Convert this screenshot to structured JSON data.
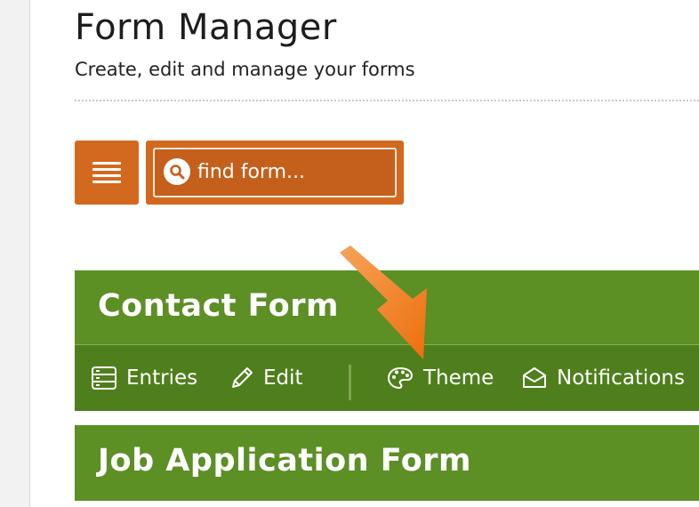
{
  "header": {
    "title": "Form Manager",
    "subtitle": "Create, edit and manage your forms"
  },
  "toolbar": {
    "menu_icon": "hamburger-icon",
    "search": {
      "icon": "search-icon",
      "placeholder": "find form..."
    }
  },
  "forms": [
    {
      "title": "Contact Form",
      "actions": [
        {
          "label": "Entries",
          "icon": "entries-icon"
        },
        {
          "label": "Edit",
          "icon": "pencil-icon"
        },
        {
          "label": "Theme",
          "icon": "palette-icon"
        },
        {
          "label": "Notifications",
          "icon": "envelope-icon"
        }
      ]
    },
    {
      "title": "Job Application Form"
    }
  ],
  "colors": {
    "accent_orange": "#d2691f",
    "card_green": "#5c8f24",
    "actions_green": "#4f7f1c",
    "annotation_arrow": "#f07c1a"
  }
}
